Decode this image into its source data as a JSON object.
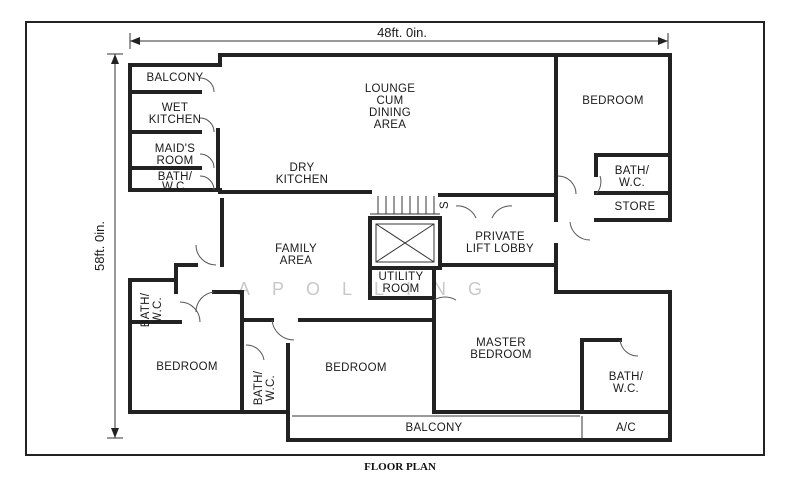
{
  "title": "FLOOR PLAN",
  "dimensions": {
    "width": "48ft. 0in.",
    "depth": "58ft. 0in."
  },
  "watermark": "APOLLING",
  "rooms": {
    "balcony_top": "BALCONY",
    "wet_kitchen": [
      "WET",
      "KITCHEN"
    ],
    "maids_room": [
      "MAID'S",
      "ROOM"
    ],
    "bath_wc_left_top": [
      "BATH/",
      "W.C."
    ],
    "lounge": [
      "LOUNGE",
      "CUM",
      "DINING",
      "AREA"
    ],
    "dry_kitchen": [
      "DRY",
      "KITCHEN"
    ],
    "bedroom_top_right": "BEDROOM",
    "bath_wc_top_right": [
      "BATH/",
      "W.C."
    ],
    "store": "STORE",
    "stairs_label": "S",
    "lift_lobby": [
      "PRIVATE",
      "LIFT LOBBY"
    ],
    "family_area": [
      "FAMILY",
      "AREA"
    ],
    "utility_room": [
      "UTILITY",
      "ROOM"
    ],
    "bath_wc_left_mid": [
      "BATH/",
      "W.C."
    ],
    "bedroom_left": "BEDROOM",
    "bath_wc_bottom": [
      "BATH/",
      "W.C."
    ],
    "bedroom_middle": "BEDROOM",
    "master_bedroom": [
      "MASTER",
      "BEDROOM"
    ],
    "bath_wc_master": [
      "BATH/",
      "W.C."
    ],
    "balcony_bottom": "BALCONY",
    "ac": "A/C"
  }
}
